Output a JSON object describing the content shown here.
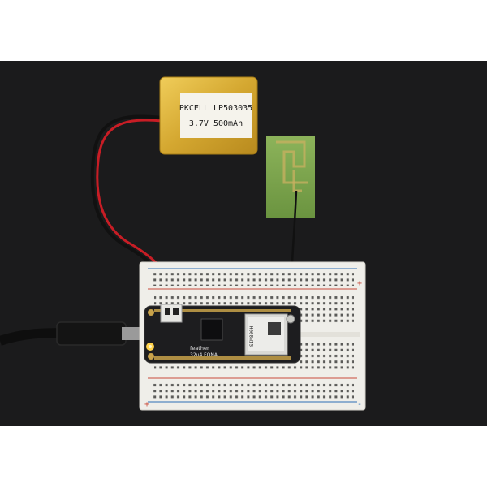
{
  "photo": {
    "battery": {
      "brand_line": "PKCELL LP503035",
      "spec_line": "3.7V 500mAh"
    },
    "board": {
      "label_feather": "feather",
      "label_model": "32u4 FONA",
      "module_label": "SIM800H"
    },
    "breadboard": {
      "rail_plus": "+",
      "rail_minus": "-"
    },
    "colors": {
      "background": "#1b1b1c",
      "battery_gold": "#d9b23a",
      "antenna_green": "#7fa84a",
      "breadboard": "#efeee9",
      "board_black": "#1d1d1f"
    }
  }
}
